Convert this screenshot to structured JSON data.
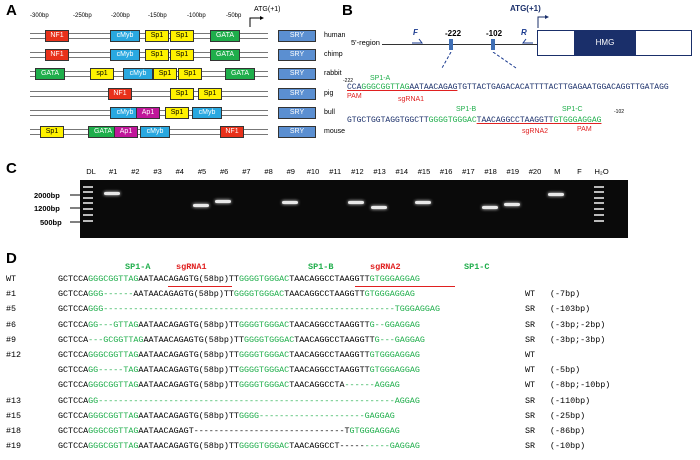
{
  "panels": {
    "a": "A",
    "b": "B",
    "c": "C",
    "d": "D"
  },
  "panel_a": {
    "bp_labels": [
      "-300bp",
      "-250bp",
      "-200bp",
      "-150bp",
      "-100bp",
      "-50bp"
    ],
    "atg": "ATG(+1)",
    "sry": "SRY",
    "species": [
      "human",
      "chimp",
      "rabbit",
      "pig",
      "bull",
      "mouse"
    ],
    "tracks": [
      [
        {
          "t": "NF1",
          "c": "nf1"
        },
        {
          "t": "cMyb",
          "c": "cmyb"
        },
        {
          "t": "Sp1",
          "c": "sp1"
        },
        {
          "t": "Sp1",
          "c": "sp1"
        },
        {
          "t": "GATA",
          "c": "gata"
        }
      ],
      [
        {
          "t": "NF1",
          "c": "nf1"
        },
        {
          "t": "cMyb",
          "c": "cmyb"
        },
        {
          "t": "Sp1",
          "c": "sp1"
        },
        {
          "t": "Sp1",
          "c": "sp1"
        },
        {
          "t": "GATA",
          "c": "gata"
        }
      ],
      [
        {
          "t": "GATA",
          "c": "gata"
        },
        {
          "t": "sp1",
          "c": "sp1"
        },
        {
          "t": "cMyb",
          "c": "cmyb"
        },
        {
          "t": "Sp1",
          "c": "sp1"
        },
        {
          "t": "Sp1",
          "c": "sp1"
        },
        {
          "t": "GATA",
          "c": "gata"
        }
      ],
      [
        {
          "t": "NF1",
          "c": "nf1"
        },
        {
          "t": "Sp1",
          "c": "sp1"
        },
        {
          "t": "Sp1",
          "c": "sp1"
        }
      ],
      [
        {
          "t": "cMyb",
          "c": "cmyb"
        },
        {
          "t": "Ap1",
          "c": "ap1"
        },
        {
          "t": "Sp1",
          "c": "sp1"
        },
        {
          "t": "cMyb",
          "c": "cmyb"
        }
      ],
      [
        {
          "t": "Sp1",
          "c": "sp1"
        },
        {
          "t": "GATA",
          "c": "gata"
        },
        {
          "t": "Ap1",
          "c": "ap1"
        },
        {
          "t": "cMyb",
          "c": "cmyb"
        },
        {
          "t": "NF1",
          "c": "nf1"
        }
      ]
    ]
  },
  "panel_b": {
    "region": "5'-region",
    "f": "F",
    "r": "R",
    "pos222": "-222",
    "pos102": "-102",
    "atg": "ATG(+1)",
    "hmg": "HMG",
    "minus222": "-222",
    "minus102": "-102",
    "sp1a": "SP1-A",
    "sp1b": "SP1-B",
    "sp1c": "SP1-C",
    "pam": "PAM",
    "sgrna1": "sgRNA1",
    "sgrna2": "sgRNA2",
    "seq1": [
      "CCA",
      "GGGCGGTTAG",
      "AATAACAGAG",
      "TGTTACTGAGACACATTTTACTTGAGAATGGACAGGTTGATAGG"
    ],
    "seq2": [
      "GTGCTGGTAGGTGGCTT",
      "GGGGTGGGAC",
      "TAACAGGCCTAAGGTT",
      "GTGGGAGGAG"
    ]
  },
  "panel_c": {
    "lanes": [
      "DL",
      "#1",
      "#2",
      "#3",
      "#4",
      "#5",
      "#6",
      "#7",
      "#8",
      "#9",
      "#10",
      "#11",
      "#12",
      "#13",
      "#14",
      "#15",
      "#16",
      "#17",
      "#18",
      "#19",
      "#20",
      "M",
      "F",
      "H₂O"
    ],
    "size_labels": [
      "2000bp",
      "1200bp",
      "500bp"
    ]
  },
  "panel_d": {
    "sp1a": "SP1-A",
    "sgrna1": "sgRNA1",
    "sp1b": "SP1-B",
    "sgrna2": "sgRNA2",
    "sp1c": "SP1-C",
    "rows": [
      {
        "id": "WT",
        "parts": [
          [
            "k",
            "GCTCCA"
          ],
          [
            "g",
            "GGGCGGTTAG"
          ],
          [
            "k",
            "AATAACAGAG"
          ],
          [
            "k",
            "TG(58bp)TT"
          ],
          [
            "g",
            "GGGGTGGGAC"
          ],
          [
            "k",
            "TAACAGGCCTAAGGTT"
          ],
          [
            "g",
            "GTGGGAGGAG"
          ]
        ],
        "type": "",
        "note": ""
      },
      {
        "id": "#1",
        "parts": [
          [
            "k",
            "GCTCCA"
          ],
          [
            "g",
            "GGG------"
          ],
          [
            "k",
            "AATAACAGAG"
          ],
          [
            "k",
            "TG(58bp)TT"
          ],
          [
            "g",
            "GGGGTGGGAC"
          ],
          [
            "k",
            "TAACAGGCCTAAGGTT"
          ],
          [
            "g",
            "GTGGGAGGAG"
          ]
        ],
        "type": "WT",
        "note": "(-7bp)"
      },
      {
        "id": "#5",
        "parts": [
          [
            "k",
            "GCTCCA"
          ],
          [
            "g",
            "GGG----------------------------------------------------------"
          ],
          [
            "g",
            "TGGGAGGAG"
          ]
        ],
        "type": "SR",
        "note": "(-103bp)"
      },
      {
        "id": "#6",
        "parts": [
          [
            "k",
            "GCTCCA"
          ],
          [
            "g",
            "GG---GTTAG"
          ],
          [
            "k",
            "AATAACAGAG"
          ],
          [
            "k",
            "TG(58bp)TT"
          ],
          [
            "g",
            "GGGGTGGGAC"
          ],
          [
            "k",
            "TAACAGGCCTAAGGTT"
          ],
          [
            "g",
            "G--GGAGGAG"
          ]
        ],
        "type": "SR",
        "note": "(-3bp;-2bp)"
      },
      {
        "id": "#9",
        "parts": [
          [
            "k",
            "GCTCCA"
          ],
          [
            "g",
            "---GCGGTTAG"
          ],
          [
            "k",
            "AATAACAGAG"
          ],
          [
            "k",
            "TG(58bp)TT"
          ],
          [
            "g",
            "GGGGTGGGAC"
          ],
          [
            "k",
            "TAACAGGCCTAAGGTT"
          ],
          [
            "g",
            "G---GAGGAG"
          ]
        ],
        "type": "SR",
        "note": "(-3bp;-3bp)"
      },
      {
        "id": "#12",
        "parts": [
          [
            "k",
            "GCTCCA"
          ],
          [
            "g",
            "GGGCGGTTAG"
          ],
          [
            "k",
            "AATAACAGAG"
          ],
          [
            "k",
            "TG(58bp)TT"
          ],
          [
            "g",
            "GGGGTGGGAC"
          ],
          [
            "k",
            "TAACAGGCCTAAGGTT"
          ],
          [
            "g",
            "GTGGGAGGAG"
          ]
        ],
        "type": "WT",
        "note": ""
      },
      {
        "id": "",
        "parts": [
          [
            "k",
            "GCTCCA"
          ],
          [
            "g",
            "GG-----TAG"
          ],
          [
            "k",
            "AATAACAGAG"
          ],
          [
            "k",
            "TG(58bp)TT"
          ],
          [
            "g",
            "GGGGTGGGAC"
          ],
          [
            "k",
            "TAACAGGCCTAAGGTT"
          ],
          [
            "g",
            "GTGGGAGGAG"
          ]
        ],
        "type": "WT",
        "note": "(-5bp)"
      },
      {
        "id": "",
        "parts": [
          [
            "k",
            "GCTCCA"
          ],
          [
            "g",
            "GGGCGGTTAG"
          ],
          [
            "k",
            "AATAACAGAG"
          ],
          [
            "k",
            "TG(58bp)TT"
          ],
          [
            "g",
            "GGGGTGGGAC"
          ],
          [
            "k",
            "TAACAGGCCTA"
          ],
          [
            "g",
            "------AGGAG"
          ]
        ],
        "type": "WT",
        "note": "(-8bp;-10bp)"
      },
      {
        "id": "#13",
        "parts": [
          [
            "k",
            "GCTCCA"
          ],
          [
            "g",
            "GG-----------------------------------------------------------"
          ],
          [
            "g",
            "AGGAG"
          ]
        ],
        "type": "SR",
        "note": "(-110bp)"
      },
      {
        "id": "#15",
        "parts": [
          [
            "k",
            "GCTCCA"
          ],
          [
            "g",
            "GGGCGGTTAG"
          ],
          [
            "k",
            "AATAACAGAG"
          ],
          [
            "k",
            "TG(58bp)TT"
          ],
          [
            "g",
            "GGGG---------------------"
          ],
          [
            "g",
            "GAGGAG"
          ]
        ],
        "type": "SR",
        "note": "(-25bp)"
      },
      {
        "id": "#18",
        "parts": [
          [
            "k",
            "GCTCCA"
          ],
          [
            "g",
            "GGGCGGTTAG"
          ],
          [
            "k",
            "AATAACAGAG"
          ],
          [
            "k",
            "T------------------------------"
          ],
          [
            "k",
            "T"
          ],
          [
            "g",
            "GTGGGAGGAG"
          ]
        ],
        "type": "SR",
        "note": "(-86bp)"
      },
      {
        "id": "#19",
        "parts": [
          [
            "k",
            "GCTCCA"
          ],
          [
            "g",
            "GGGCGGTTAG"
          ],
          [
            "k",
            "AATAACAGAG"
          ],
          [
            "k",
            "TG(58bp)TT"
          ],
          [
            "g",
            "GGGGTGGGAC"
          ],
          [
            "k",
            "TAACAGGCCT-----"
          ],
          [
            "g",
            "-----GAGGAG"
          ]
        ],
        "type": "SR",
        "note": "(-10bp)"
      }
    ]
  }
}
